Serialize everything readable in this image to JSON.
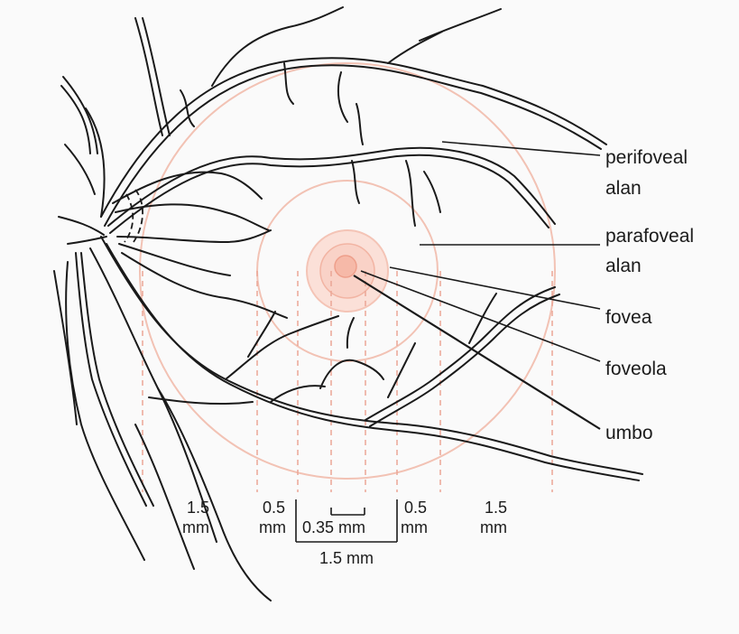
{
  "labels": {
    "perifoveal_line1": "perifoveal",
    "perifoveal_line2": "alan",
    "parafoveal_line1": "parafoveal",
    "parafoveal_line2": "alan",
    "fovea": "fovea",
    "foveola": "foveola",
    "umbo": "umbo"
  },
  "dimensions": {
    "left_outer_value": "1.5",
    "left_outer_unit": "mm",
    "left_inner_value": "0.5",
    "left_inner_unit": "mm",
    "center_foveola": "0.35 mm",
    "center_fovea": "1.5 mm",
    "right_inner_value": "0.5",
    "right_inner_unit": "mm",
    "right_outer_value": "1.5",
    "right_outer_unit": "mm"
  },
  "colors": {
    "background": "#fafafa",
    "vessel": "#1a1a1a",
    "ring": "#f2b8a8",
    "fovea_fill": "#fbd6cc",
    "foveola_fill": "#f6b3a2",
    "dashed_guide": "#eaa090"
  }
}
